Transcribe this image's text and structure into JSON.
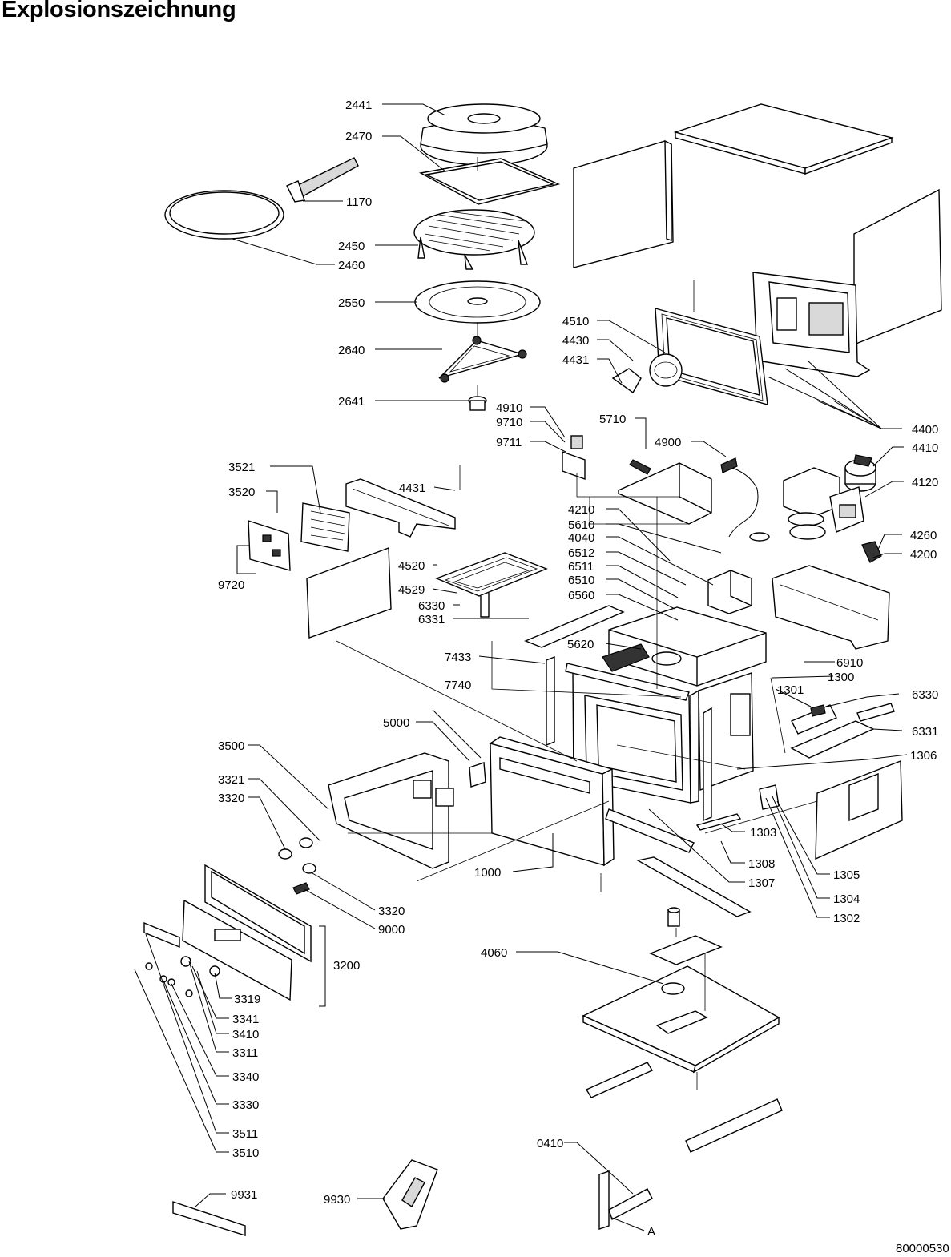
{
  "title": "Explosionszeichnung",
  "drawing_number": "80000530",
  "part_labels": [
    "2441",
    "2470",
    "1170",
    "2450",
    "2460",
    "2550",
    "2640",
    "2641",
    "4510",
    "4430",
    "4431",
    "4400",
    "4410",
    "4120",
    "4910",
    "9710",
    "9711",
    "5710",
    "4900",
    "3521",
    "3520",
    "9720",
    "4431",
    "4210",
    "5610",
    "4040",
    "6512",
    "6511",
    "6510",
    "6560",
    "4260",
    "4200",
    "4520",
    "4529",
    "6330",
    "6331",
    "5620",
    "7433",
    "7740",
    "6910",
    "1300",
    "1301",
    "6330",
    "6331",
    "1306",
    "5000",
    "3500",
    "3321",
    "3320",
    "1000",
    "1303",
    "1308",
    "1307",
    "1305",
    "1304",
    "1302",
    "3320",
    "9000",
    "3200",
    "3319",
    "3341",
    "3410",
    "3311",
    "3340",
    "3330",
    "3511",
    "3510",
    "4060",
    "0410",
    "A",
    "9931",
    "9930"
  ]
}
